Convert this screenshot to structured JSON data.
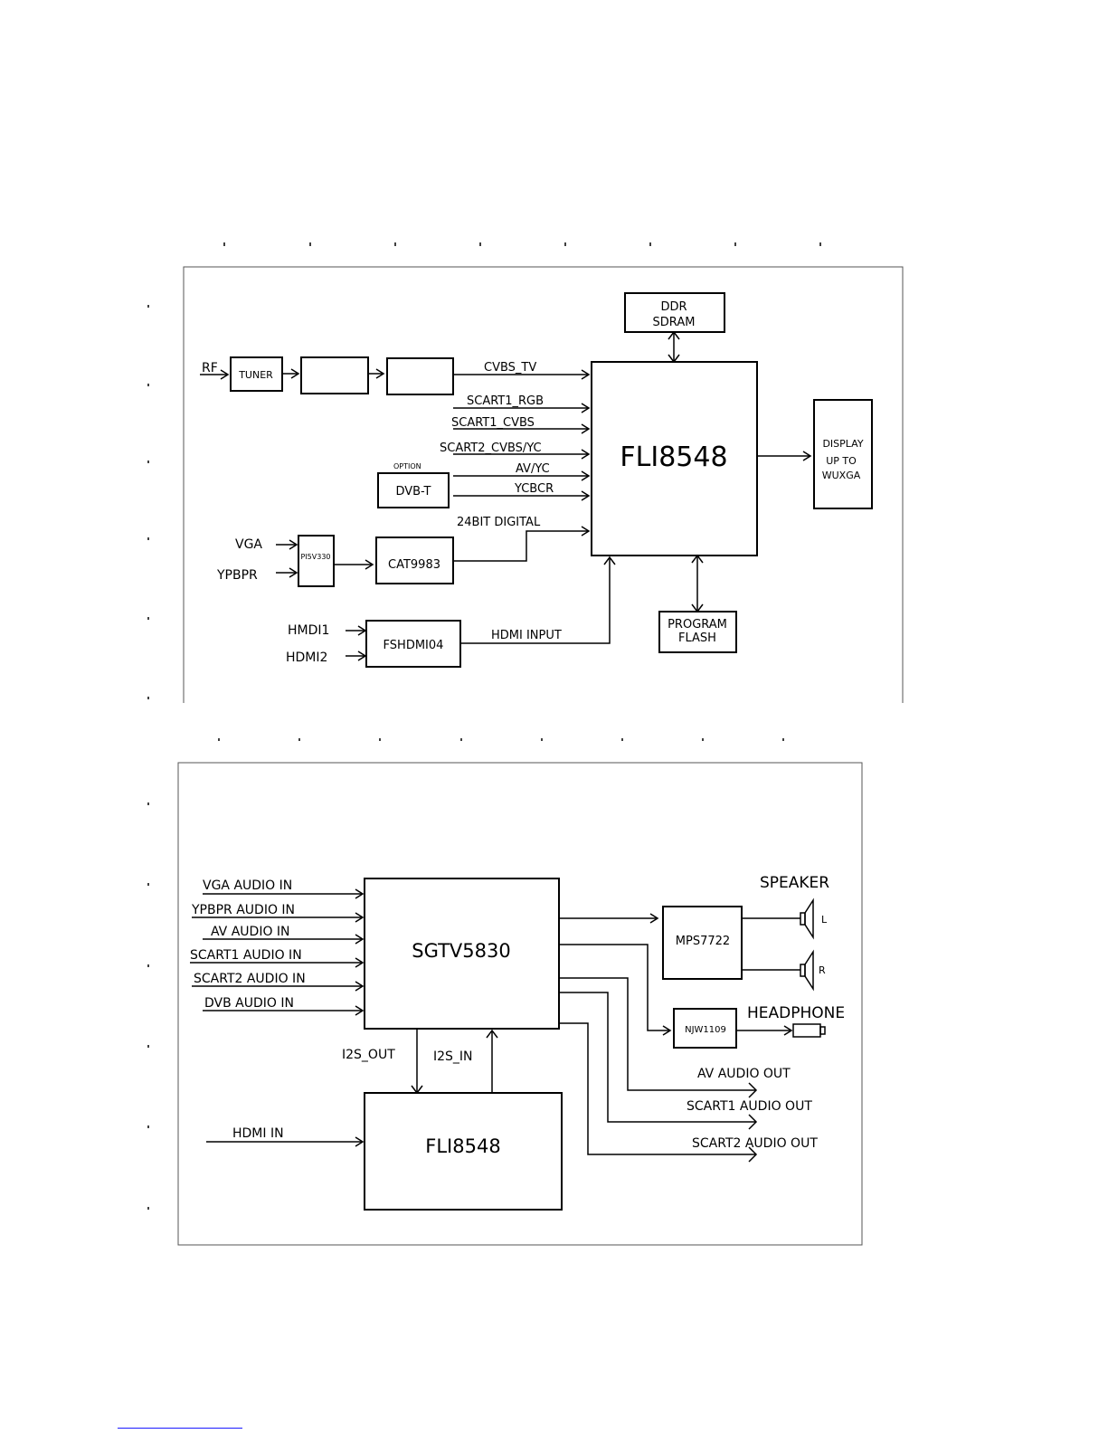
{
  "video_diagram": {
    "rf": "RF",
    "tuner": "TUNER",
    "ddr_line1": "DDR",
    "ddr_line2": "SDRAM",
    "cvbs_tv": "CVBS_TV",
    "scart1_rgb": "SCART1_RGB",
    "scart1_cvbs": "SCART1_CVBS",
    "scart2_cvbs_yc": "SCART2_CVBS/YC",
    "av_yc": "AV/YC",
    "ycbcr": "YCBCR",
    "option": "OPTION",
    "dvb_t": "DVB-T",
    "digital_24bit": "24BIT DIGITAL",
    "vga": "VGA",
    "ypbpr": "YPBPR",
    "pi5v330": "PI5V330",
    "cat9983": "CAT9983",
    "hmdi1": "HMDI1",
    "hdmi2": "HDMI2",
    "fshdmi04": "FSHDMI04",
    "hdmi_input": "HDMI INPUT",
    "fli8548": "FLI8548",
    "flash_line1": "PROGRAM",
    "flash_line2": "FLASH",
    "display_line1": "DISPLAY",
    "display_line2": "UP TO",
    "display_line3": "WUXGA"
  },
  "audio_diagram": {
    "vga_audio_in": "VGA AUDIO IN",
    "ypbpr_audio_in": "YPBPR AUDIO IN",
    "av_audio_in": "AV AUDIO IN",
    "scart1_audio_in": "SCART1 AUDIO IN",
    "scart2_audio_in": "SCART2 AUDIO IN",
    "dvb_audio_in": "DVB AUDIO IN",
    "sgtv5830": "SGTV5830",
    "speaker": "SPEAKER",
    "mps7722": "MPS7722",
    "speaker_l": "L",
    "speaker_r": "R",
    "njw1109": "NJW1109",
    "headphone": "HEADPHONE",
    "av_audio_out": "AV AUDIO OUT",
    "scart1_audio_out": "SCART1 AUDIO OUT",
    "scart2_audio_out": "SCART2 AUDIO OUT",
    "i2s_out": "I2S_OUT",
    "i2s_in": "I2S_IN",
    "hdmi_in": "HDMI IN",
    "fli8548": "FLI8548"
  }
}
